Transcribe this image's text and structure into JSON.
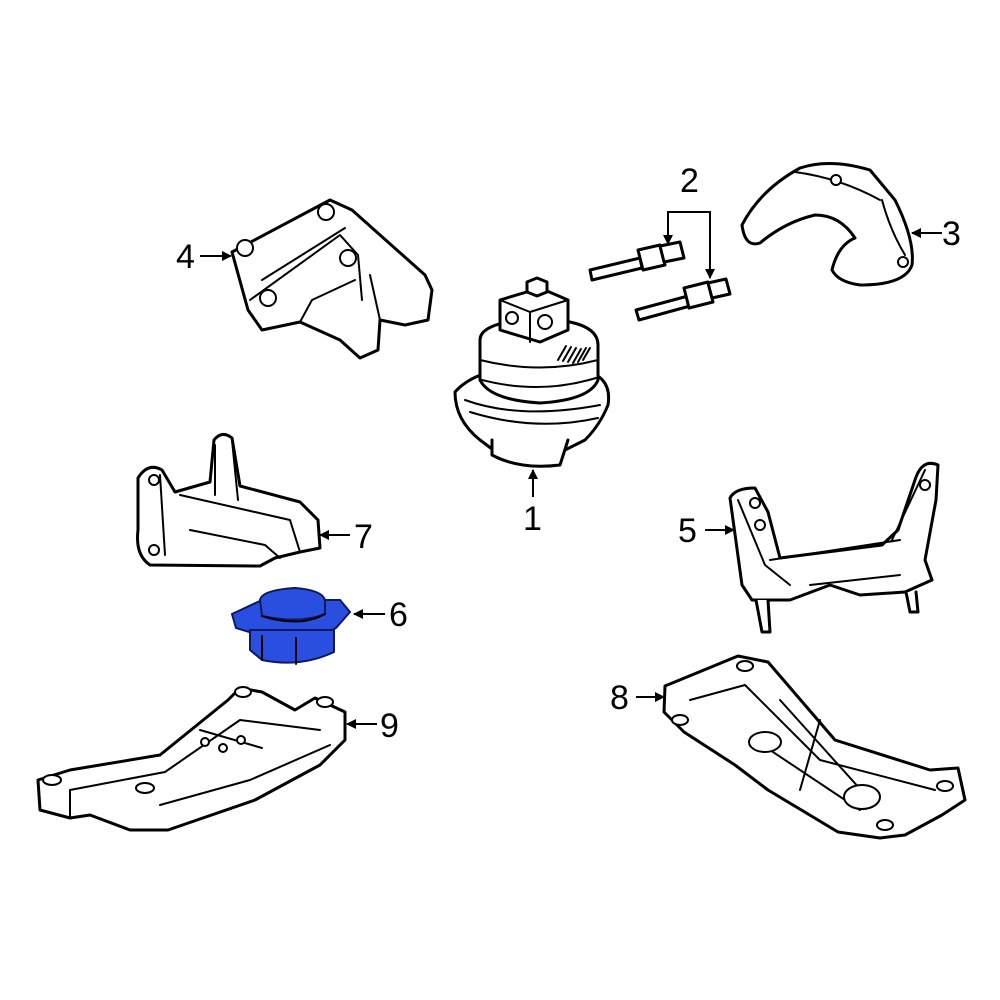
{
  "diagram": {
    "highlight_color": "#2a4fe0",
    "callouts": [
      {
        "id": "1",
        "label": "1"
      },
      {
        "id": "2",
        "label": "2"
      },
      {
        "id": "3",
        "label": "3"
      },
      {
        "id": "4",
        "label": "4"
      },
      {
        "id": "5",
        "label": "5"
      },
      {
        "id": "6",
        "label": "6"
      },
      {
        "id": "7",
        "label": "7"
      },
      {
        "id": "8",
        "label": "8"
      },
      {
        "id": "9",
        "label": "9"
      }
    ],
    "highlighted_part": "6"
  }
}
